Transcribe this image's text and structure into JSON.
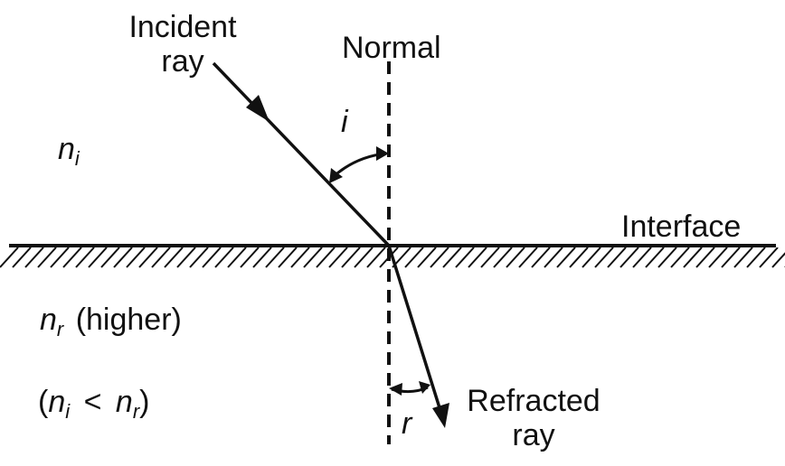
{
  "labels": {
    "incident_ray": [
      "Incident",
      "ray"
    ],
    "normal": "Normal",
    "interface": "Interface",
    "refracted_ray": [
      "Refracted",
      "ray"
    ],
    "angle_incidence": "i",
    "angle_refraction": "r",
    "medium_incident": {
      "symbol": "n",
      "sub": "i"
    },
    "medium_refracted": {
      "symbol": "n",
      "sub": "r",
      "note": "(higher)"
    },
    "relation": {
      "open": "(",
      "left": "n",
      "left_sub": "i",
      "op": "<",
      "right": "n",
      "right_sub": "r",
      "close": ")"
    }
  },
  "colors": {
    "ink": "#111111",
    "background": "#ffffff"
  }
}
